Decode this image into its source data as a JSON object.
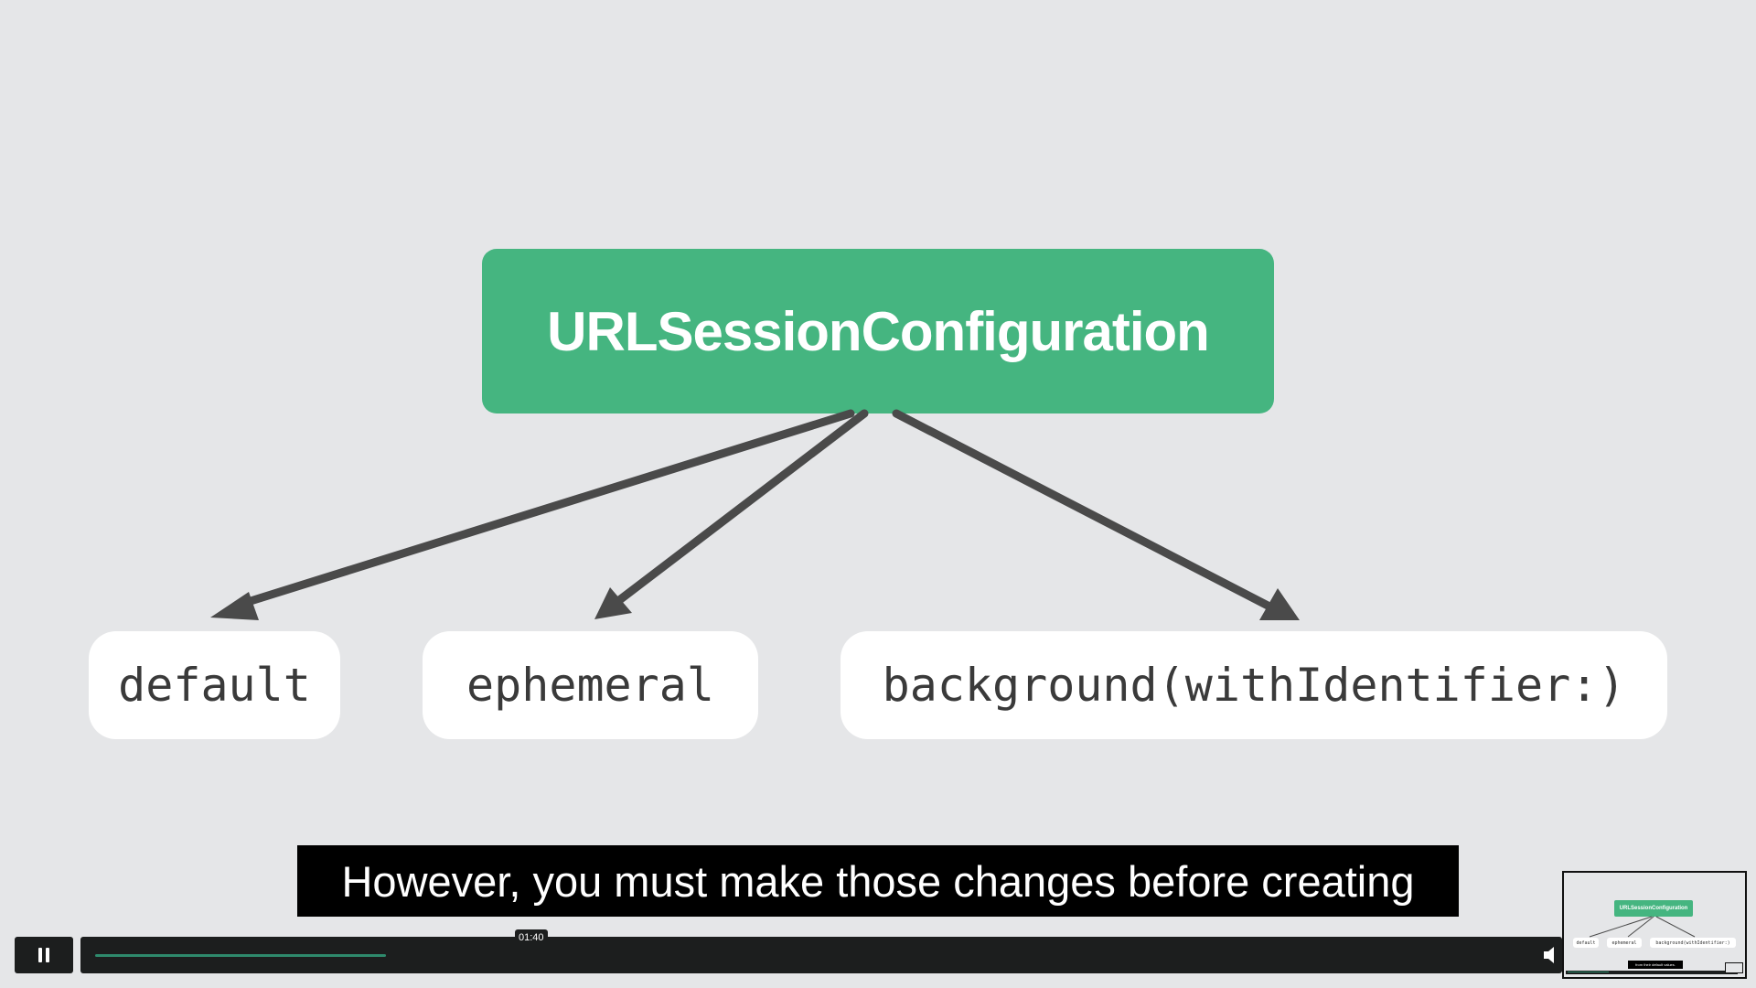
{
  "diagram": {
    "root_label": "URLSessionConfiguration",
    "children": [
      "default",
      "ephemeral",
      "background(withIdentifier:)"
    ]
  },
  "caption": "However, you must make those changes before creating",
  "player": {
    "time_tooltip": "01:40",
    "progress_fraction": 0.2,
    "play_state_icon": "pause-icon",
    "volume_icon": "volume-icon"
  },
  "preview": {
    "root_label": "URLSessionConfiguration",
    "children": [
      "default",
      "ephemeral",
      "background(withIdentifier:)"
    ],
    "caption": "from their default values."
  },
  "colors": {
    "background": "#e5e6e8",
    "accent": "#45b580",
    "arrow": "#4a4a4a",
    "progress": "#2e8a6c"
  }
}
